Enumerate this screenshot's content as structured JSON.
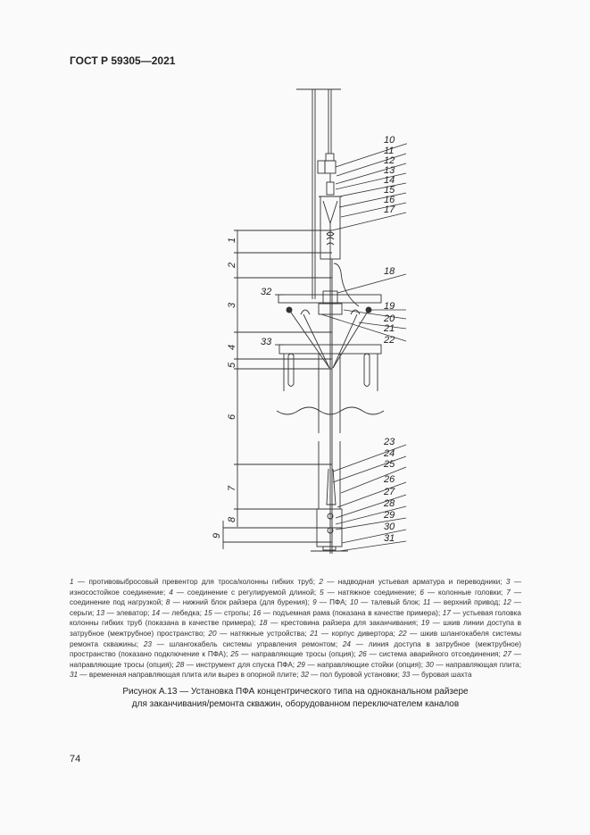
{
  "header": {
    "standard": "ГОСТ Р 59305—2021"
  },
  "figure": {
    "callouts_right": [
      "10",
      "11",
      "12",
      "13",
      "14",
      "15",
      "16",
      "17",
      "18",
      "19",
      "20",
      "21",
      "22",
      "23",
      "24",
      "25",
      "26",
      "27",
      "28",
      "29",
      "30",
      "31"
    ],
    "dimensions_left": [
      "1",
      "2",
      "3",
      "4",
      "5",
      "6",
      "7",
      "8",
      "9"
    ],
    "level_marks": [
      "32",
      "33"
    ]
  },
  "legend": {
    "items": [
      {
        "n": "1",
        "text": "противовыбросовый превентор для троса/колонны гибких труб"
      },
      {
        "n": "2",
        "text": "надводная устьевая арматура и переводники"
      },
      {
        "n": "3",
        "text": "износостойкое соединение"
      },
      {
        "n": "4",
        "text": "соединение с регулируемой длиной"
      },
      {
        "n": "5",
        "text": "натяжное соединение"
      },
      {
        "n": "6",
        "text": "колонные головки"
      },
      {
        "n": "7",
        "text": "соединение под нагрузкой"
      },
      {
        "n": "8",
        "text": "нижний блок райзера (для бурения)"
      },
      {
        "n": "9",
        "text": "ПФА"
      },
      {
        "n": "10",
        "text": "талевый блок"
      },
      {
        "n": "11",
        "text": "верхний привод"
      },
      {
        "n": "12",
        "text": "серьги"
      },
      {
        "n": "13",
        "text": "элеватор"
      },
      {
        "n": "14",
        "text": "лебедка"
      },
      {
        "n": "15",
        "text": "стропы"
      },
      {
        "n": "16",
        "text": "подъемная рама (показана в качестве примера)"
      },
      {
        "n": "17",
        "text": "устьевая головка колонны гибких труб (показана в качестве примера)"
      },
      {
        "n": "18",
        "text": "крестовина райзера для заканчивания"
      },
      {
        "n": "19",
        "text": "шкив линии доступа в затрубное (межтрубное) пространство"
      },
      {
        "n": "20",
        "text": "натяжные устройства"
      },
      {
        "n": "21",
        "text": "корпус дивертора"
      },
      {
        "n": "22",
        "text": "шкив шлангокабеля системы ремонта скважины"
      },
      {
        "n": "23",
        "text": "шлангокабель системы управления ремонтом"
      },
      {
        "n": "24",
        "text": "линия доступа в затрубное (межтрубное) пространство (показано подключение к ПФА)"
      },
      {
        "n": "25",
        "text": "направляющие тросы (опция)"
      },
      {
        "n": "26",
        "text": "система аварийного отсоединения"
      },
      {
        "n": "27",
        "text": "направляющие тросы (опция)"
      },
      {
        "n": "28",
        "text": "инструмент для спуска ПФА"
      },
      {
        "n": "29",
        "text": "направляющие стойки (опция)"
      },
      {
        "n": "30",
        "text": "направляющая плита"
      },
      {
        "n": "31",
        "text": "временная направляющая плита или вырез в опорной плите"
      },
      {
        "n": "32",
        "text": "пол буровой установки"
      },
      {
        "n": "33",
        "text": "буровая шахта"
      }
    ]
  },
  "caption": {
    "line1": "Рисунок А.13 — Установка ПФА концентрического типа на одноканальном райзере",
    "line2": "для заканчивания/ремонта скважин, оборудованном переключателем каналов"
  },
  "page": {
    "number": "74"
  }
}
